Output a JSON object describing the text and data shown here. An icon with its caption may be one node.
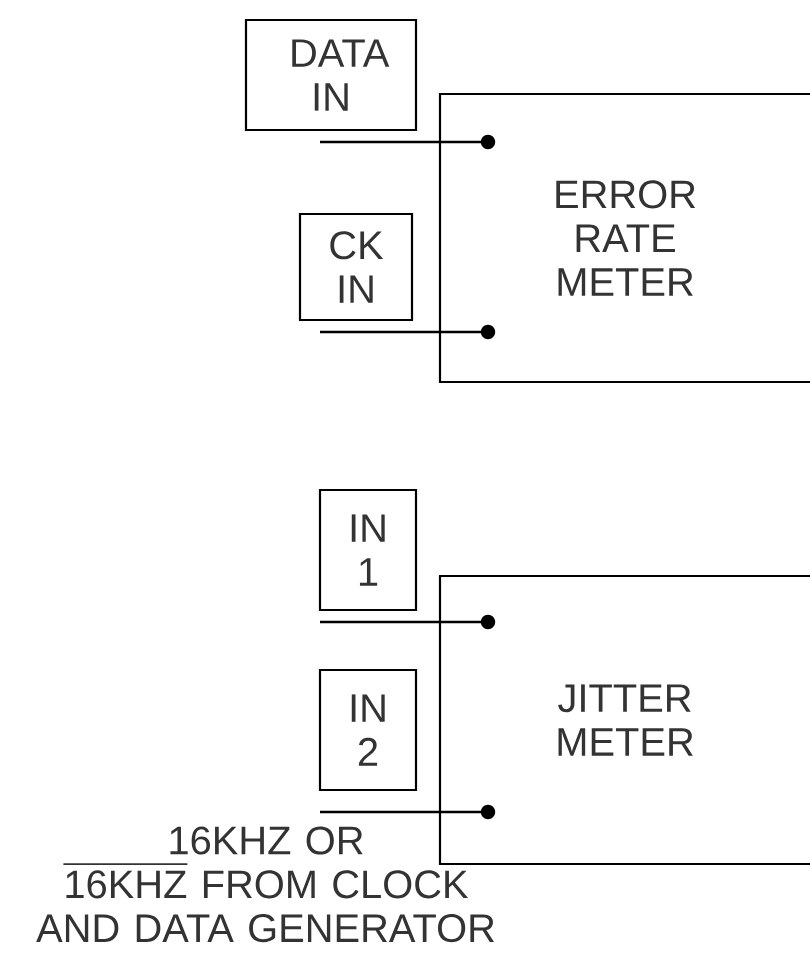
{
  "diagram": {
    "nodes": [
      {
        "text": [
          "DATA IN"
        ]
      },
      {
        "text": [
          "ERROR RATE METER"
        ]
      },
      {
        "text": [
          "CK IN"
        ]
      },
      {
        "text": [
          "IN 1"
        ]
      },
      {
        "text": [
          "JITTER METER"
        ]
      },
      {
        "text": [
          "IN 2"
        ]
      },
      {
        "text": [
          "16KHZ OR",
          "16KHZ FROM CLOCK AND DATA GENERATOR"
        ]
      }
    ],
    "edges": [
      {
        "from": 0,
        "to": 1,
        "arrow": "other"
      },
      {
        "from": 2,
        "to": 1,
        "arrow": "other"
      },
      {
        "from": 3,
        "to": 4,
        "arrow": "other"
      },
      {
        "from": 6,
        "to": 4,
        "arrow": "other"
      }
    ]
  }
}
